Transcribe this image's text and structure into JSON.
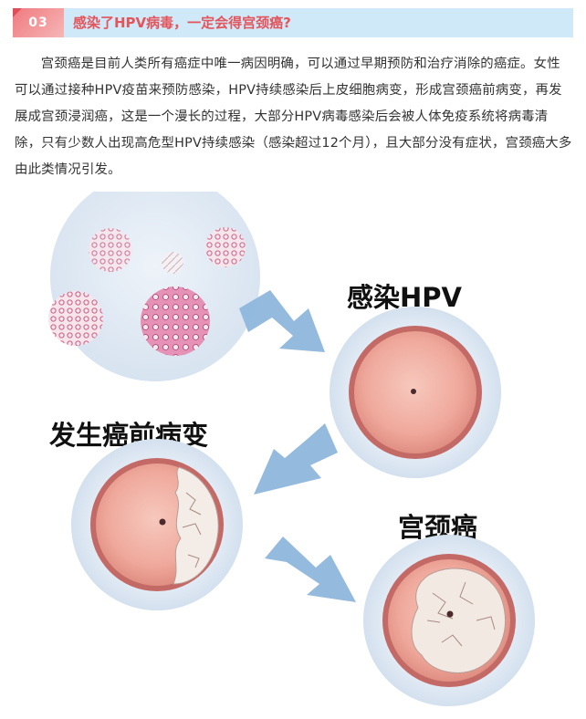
{
  "header": {
    "number": "03",
    "title": "感染了HPV病毒，一定会得宫颈癌?"
  },
  "body": {
    "paragraph": "宫颈癌是目前人类所有癌症中唯一病因明确，可以通过早期预防和治疗消除的癌症。女性可以通过接种HPV疫苗来预防感染，HPV持续感染后上皮细胞病变，形成宫颈癌前病变，再发展成宫颈浸润癌，这是一个漫长的过程，大部分HPV病毒感染后会被人体免疫系统将病毒清除，只有少数人出现高危型HPV持续感染（感染超过12个月），且大部分没有症状，宫颈癌大多由此类情况引发。"
  },
  "figure": {
    "stage1_label": "感染HPV",
    "stage2_label": "发生癌前病变",
    "stage3_label": "宫颈癌"
  },
  "colors": {
    "header_bg": "#cfe9f9",
    "header_num_bg": "#f07a7f",
    "header_title": "#e4555b",
    "arrow": "#8eb6dc"
  }
}
